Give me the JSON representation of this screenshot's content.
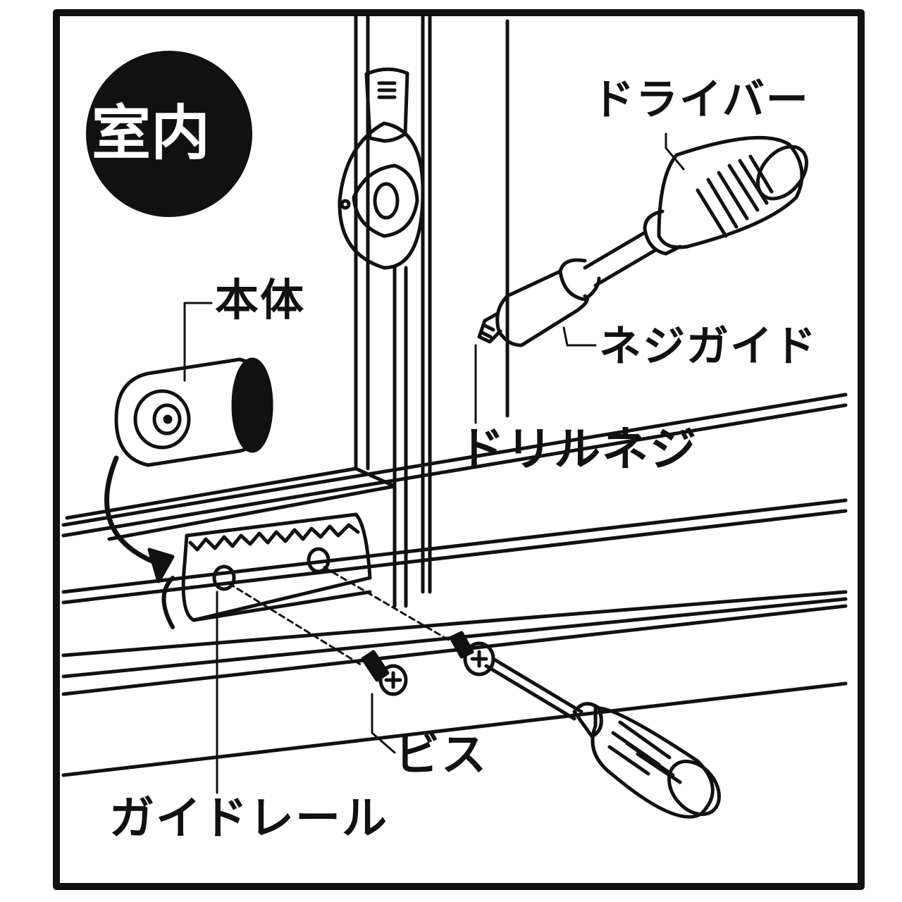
{
  "badge": {
    "text": "室内"
  },
  "labels": {
    "body": "本体",
    "driver": "ドライバー",
    "screw_guide": "ネジガイド",
    "drill_screw": "ドリルネジ",
    "screw": "ビス",
    "guide_rail": "ガイドレール"
  },
  "colors": {
    "ink": "#111111",
    "paper": "#ffffff",
    "badge": "#111111"
  }
}
